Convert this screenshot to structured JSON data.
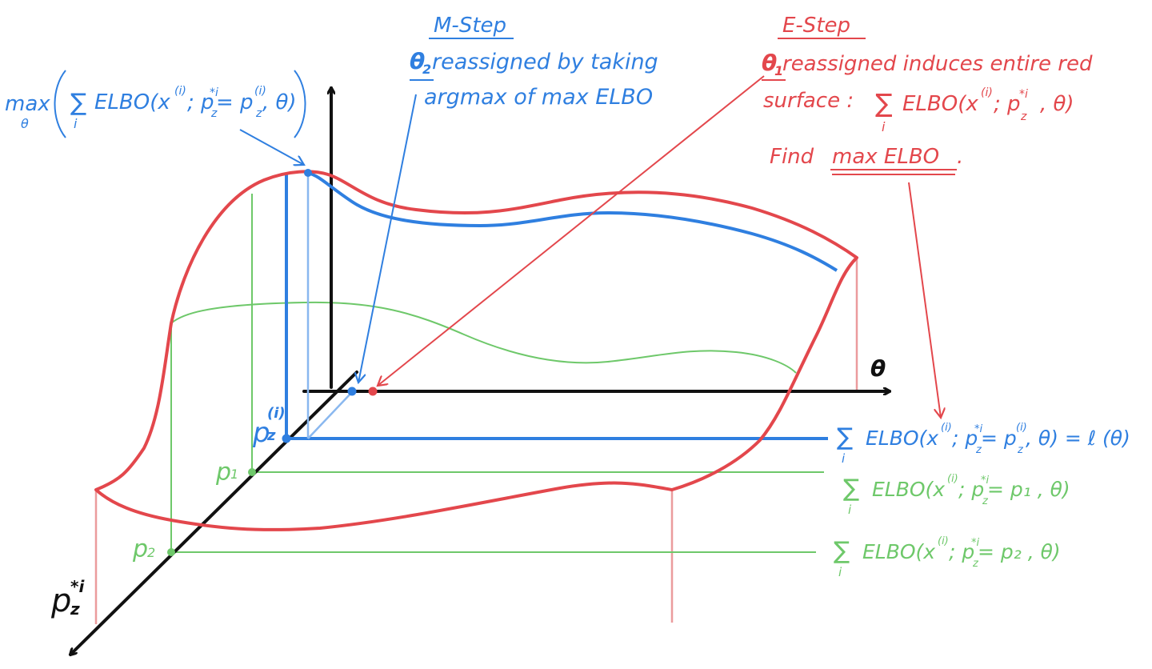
{
  "colors": {
    "red": "#e3474c",
    "blue": "#2f7fe0",
    "green": "#6ec86a",
    "black": "#111111"
  },
  "axes": {
    "theta_label": "θ",
    "pz_label_base": "p",
    "pz_label_sup": "*i",
    "pz_label_sub": "z"
  },
  "m_step": {
    "title": "M-Step",
    "line1_theta": "θ",
    "line1_sub": "2",
    "line1_rest": " reassigned by taking",
    "line2": "argmax of max ELBO"
  },
  "e_step": {
    "title": "E-Step",
    "line1_theta": "θ",
    "line1_sub": "1",
    "line1_rest": " reassigned induces entire red",
    "line2_prefix": "surface :",
    "line2_sum": "∑",
    "line2_sum_sub": "i",
    "line2_formula": "ELBO(x",
    "line2_sup": "(i)",
    "line2_mid": "; p",
    "line2_sup2": "*i",
    "line2_sub2": "z",
    "line2_end": ", θ)",
    "line3_prefix": "Find ",
    "line3_underlined": "max ELBO",
    "line3_end": "."
  },
  "max_annotation": {
    "max": "max",
    "max_sub": "θ",
    "sum": "∑",
    "sum_sub": "i",
    "formula": "ELBO(x",
    "sup1": "(i)",
    "mid": "; p",
    "sup2": "*i",
    "sub2": "z",
    "eq": " = p",
    "sup3": "(i)",
    "sub3": "z",
    "end": ", θ)"
  },
  "slice_labels": {
    "pz_i_base": "p",
    "pz_i_sup": "(i)",
    "pz_i_sub": "z",
    "p1": "p",
    "p1_sub": "1",
    "p2": "p",
    "p2_sub": "2"
  },
  "right_formulas": [
    {
      "sum": "∑",
      "sum_sub": "i",
      "text": "ELBO(x",
      "sup1": "(i)",
      "mid": "; p",
      "sup2": "*i",
      "sub2": "z",
      "eq": " = p",
      "sup3": "(i)",
      "sub3": "z",
      "end": ", θ) = ℓ (θ)"
    },
    {
      "sum": "∑",
      "sum_sub": "i",
      "text": "ELBO(x",
      "sup1": "(i)",
      "mid": "; p",
      "sup2": "*i",
      "sub2": "z",
      "end": " = p₁ , θ)"
    },
    {
      "sum": "∑",
      "sum_sub": "i",
      "text": "ELBO(x",
      "sup1": "(i)",
      "mid": "; p",
      "sup2": "*i",
      "sub2": "z",
      "end": " = p₂ , θ)"
    }
  ]
}
